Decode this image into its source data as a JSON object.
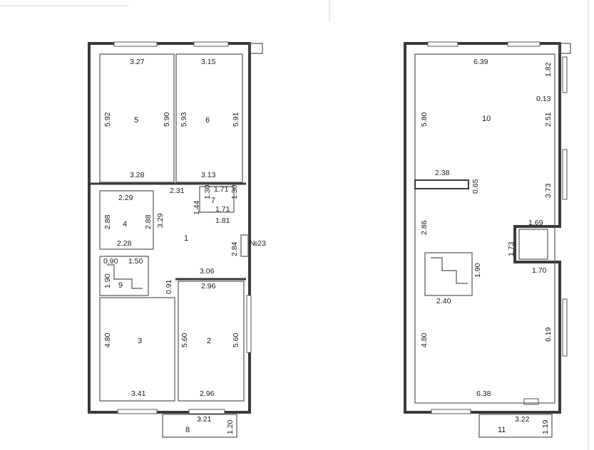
{
  "plans": [
    {
      "rooms": [
        "5",
        "6",
        "4",
        "7",
        "1",
        "9",
        "3",
        "2",
        "8"
      ],
      "dims": [
        "3.27",
        "3.15",
        "5.92",
        "5.90",
        "5.93",
        "5.91",
        "3.28",
        "3.13",
        "2.29",
        "2.31",
        "1.44",
        "1.30",
        "1.71",
        "1.30",
        "1.71",
        "2.88",
        "2.88",
        "3.29",
        "1.81",
        "2.28",
        "0.90",
        "1.50",
        "1.90",
        "0.91",
        "3.06",
        "2.96",
        "4.80",
        "5.60",
        "5.60",
        "3.41",
        "2.96",
        "3.21",
        "1.20",
        "2.84"
      ],
      "unit_label": "№23"
    },
    {
      "rooms": [
        "10",
        "11"
      ],
      "dims": [
        "6.39",
        "1.82",
        "0.13",
        "5.80",
        "2.51",
        "2.38",
        "0.65",
        "3.73",
        "2.86",
        "1.69",
        "1.73",
        "1.90",
        "1.70",
        "2.40",
        "4.80",
        "6.19",
        "6.38",
        "3.22",
        "1.19"
      ]
    }
  ]
}
